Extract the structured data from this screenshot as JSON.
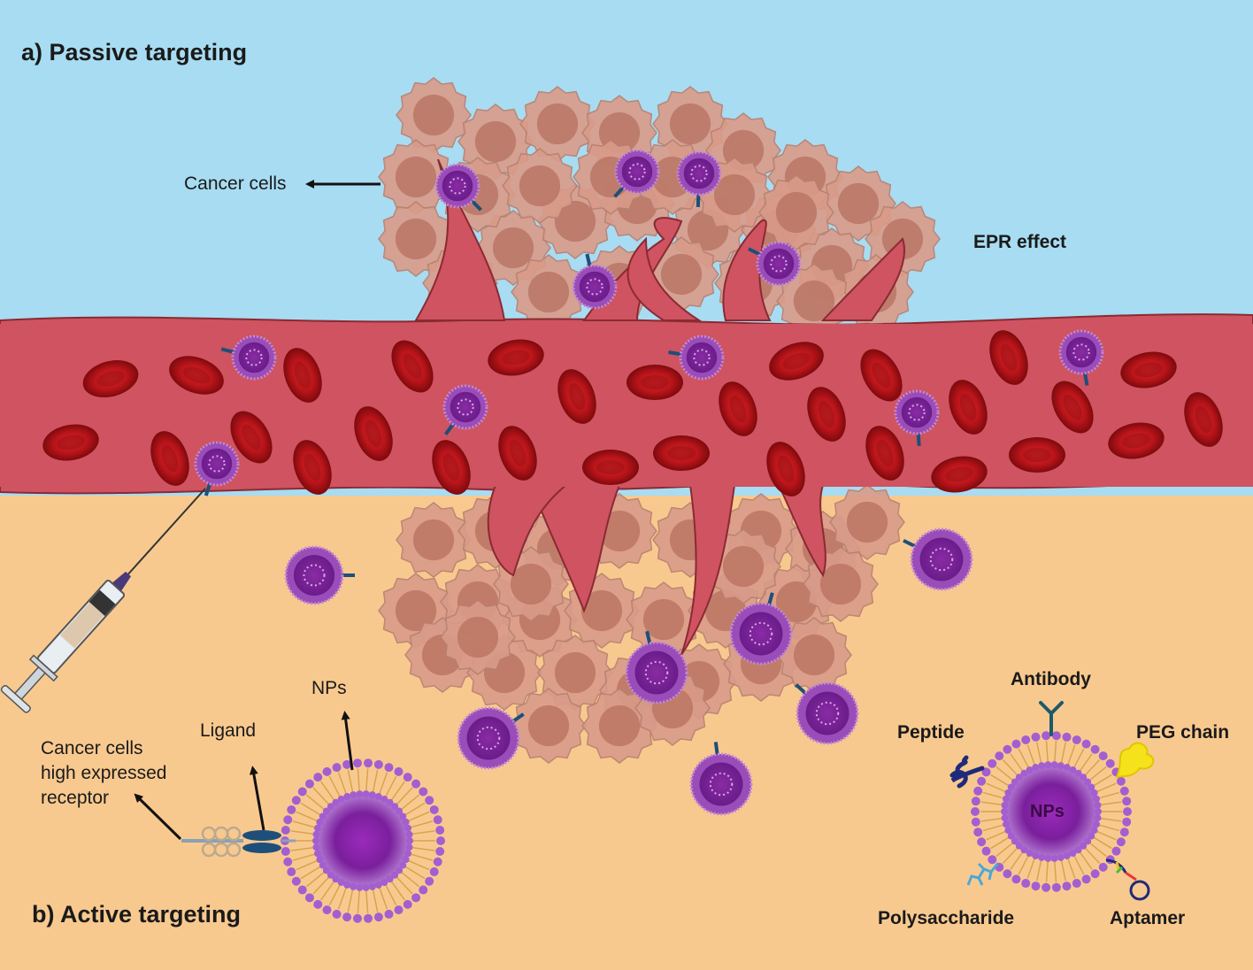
{
  "title_passive": "a) Passive targeting",
  "title_active": "b) Active targeting",
  "labels": {
    "cancer_cells": "Cancer cells",
    "epr_effect": "EPR effect",
    "nps": "NPs",
    "ligand": "Ligand",
    "receptor_line1": "Cancer cells",
    "receptor_line2": "high expressed",
    "receptor_line3": "receptor"
  },
  "np_legend": {
    "center": "NPs",
    "antibody": "Antibody",
    "peptide": "Peptide",
    "peg_chain": "PEG chain",
    "polysaccharide": "Polysaccharide",
    "aptamer": "Aptamer"
  },
  "colors": {
    "sky": "#a8dcf2",
    "tissue": "#f8c98f",
    "vessel": "#cf5360",
    "vessel_edge": "#8a2a33",
    "rbc": "#b8141a",
    "tumor_cell": "#d99b89",
    "tumor_nucleus": "#b7705f",
    "nanoparticle": "#8a2ea8"
  }
}
